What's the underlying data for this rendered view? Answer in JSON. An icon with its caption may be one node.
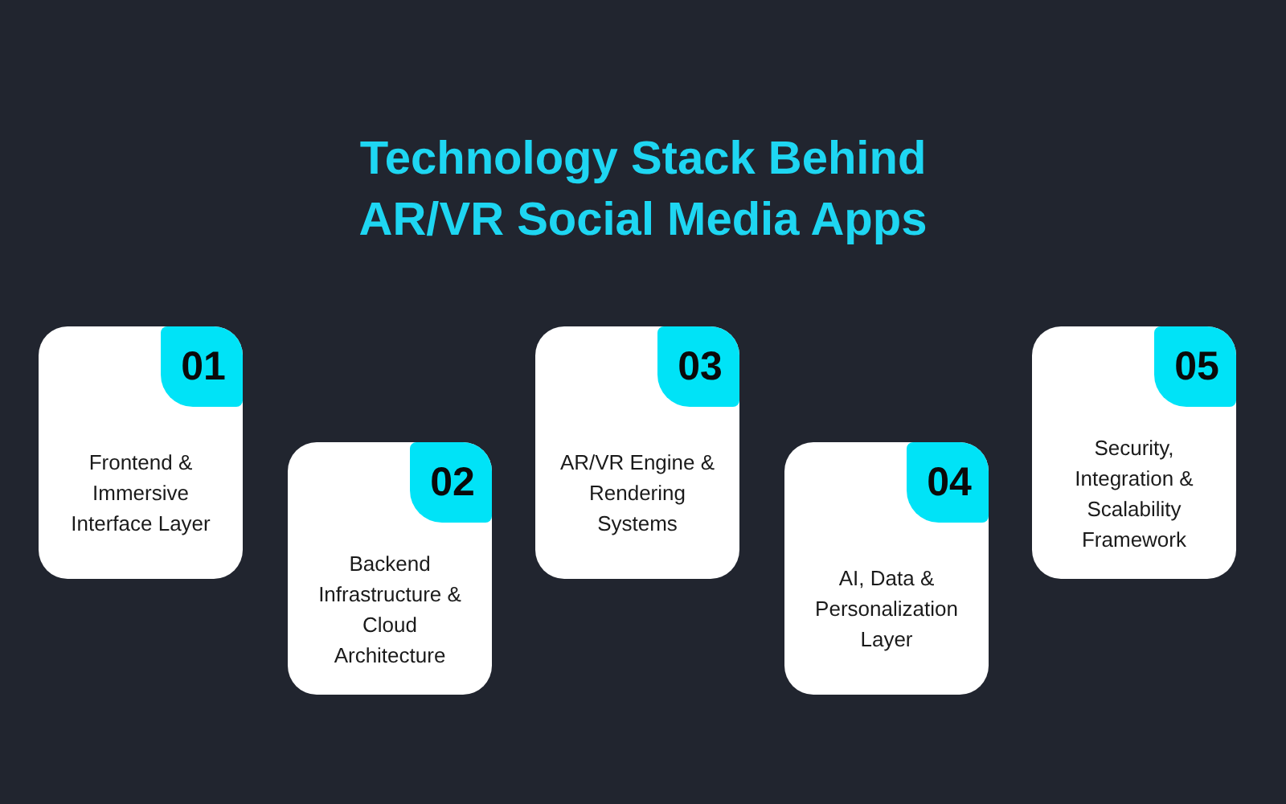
{
  "diagram": {
    "title": "Technology Stack Behind AR/VR Social Media Apps",
    "nodes": [
      {
        "text": [
          "01",
          "Frontend & Immersive Interface Layer"
        ]
      },
      {
        "text": [
          "02",
          "Backend Infrastructure & Cloud Architecture"
        ]
      },
      {
        "text": [
          "03",
          "AR/VR Engine & Rendering Systems"
        ]
      },
      {
        "text": [
          "04",
          "AI, Data & Personalization Layer"
        ]
      },
      {
        "text": [
          "05",
          "Security, Integration & Scalability Framework"
        ]
      }
    ]
  }
}
